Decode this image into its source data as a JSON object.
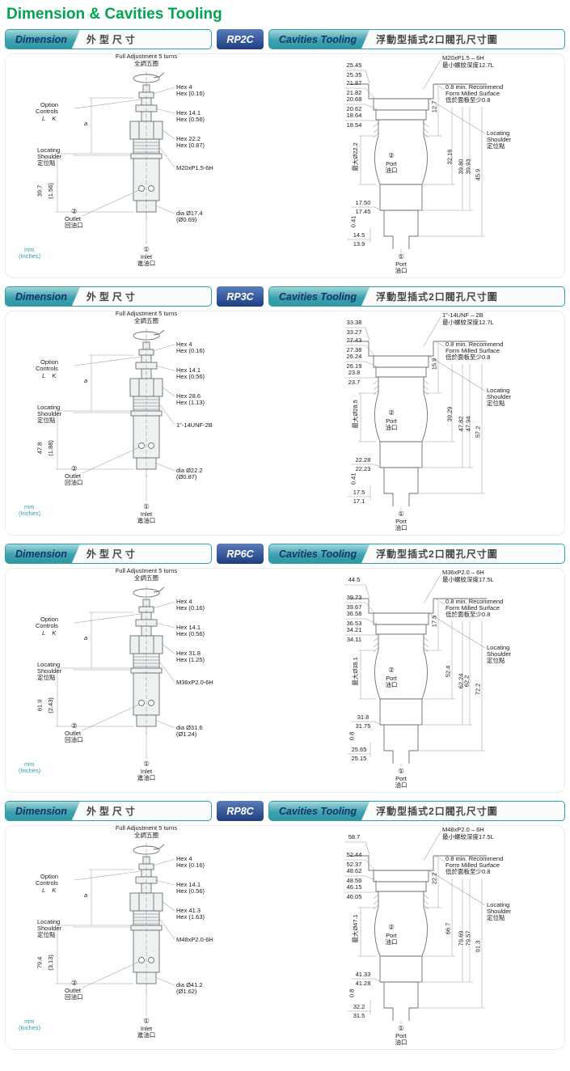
{
  "page": {
    "title": "Dimension & Cavities Tooling"
  },
  "colors": {
    "title_green": "#00a550",
    "header_teal": "#2f9dab",
    "badge_navy": "#1e3d80"
  },
  "header_labels": {
    "dimension": "Dimension",
    "dimension_cn": "外型尺寸",
    "cavities": "Cavities Tooling",
    "cavities_cn": "浮動型插式2口閥孔尺寸圖"
  },
  "sections": [
    {
      "model": "RP2C",
      "left": {
        "fa": "Full Adjustment 5 turns",
        "fa_cn": "全調五圈",
        "hex1": "Hex 4",
        "hex1b": "Hex (0.16)",
        "opt1": "Option",
        "opt2": "Controls",
        "opt3": "L    K",
        "hex2": "Hex 14.1",
        "hex2b": "Hex (0.56)",
        "hex3": "Hex 22.2",
        "hex3b": "Hex (0.87)",
        "loc1": "Locating",
        "loc2": "Shoulder",
        "loc3": "定位點",
        "thread": "M20xP1.5-6H",
        "a": "a",
        "h": "39.7",
        "hb": "(1.56)",
        "out_n": "②",
        "out": "Outlet",
        "out_cn": "回油口",
        "dia": "dia Ø17.4",
        "diab": "(Ø0.69)",
        "in_n": "①",
        "inlet": "Inlet",
        "in_cn": "進油口",
        "mm": "mm",
        "inch": "(Inches)"
      },
      "right": {
        "thread": "M20xP1.5 – 6H",
        "depth": "最小螺紋深度12.7L",
        "p1": "25.45",
        "p1b": "25.35",
        "p2": "21.87",
        "p2b": "21.82",
        "p3": "20.68",
        "p3b": "20.62",
        "p4": "18.64",
        "p4b": "18.54",
        "note1": "0.8 min. Recommend",
        "note2": "Form Milled Surface",
        "note3": "低於面板至少0.8",
        "loc1": "Locating",
        "loc2": "Shoulder",
        "loc3": "定位點",
        "r1": "12.7",
        "r2": "32.16",
        "r3a": "39.80",
        "r3b": "39.93",
        "r4": "45.9",
        "maxd": "最大Ø22.2",
        "p2n": "②",
        "p2t": "Port",
        "p2c": "油口",
        "b1": "17.50",
        "b1b": "17.45",
        "sm": "0.41",
        "b2": "14.5",
        "b2b": "13.9",
        "p1n": "①",
        "p1t": "Port",
        "p1c": "油口"
      }
    },
    {
      "model": "RP3C",
      "left": {
        "fa": "Full Adjustment 5 turns",
        "fa_cn": "全調五圈",
        "hex1": "Hex 4",
        "hex1b": "Hex (0.16)",
        "opt1": "Option",
        "opt2": "Controls",
        "opt3": "L    K",
        "hex2": "Hex 14.1",
        "hex2b": "Hex (0.56)",
        "hex3": "Hex 28.6",
        "hex3b": "Hex (1.13)",
        "loc1": "Locating",
        "loc2": "Shoulder",
        "loc3": "定位點",
        "thread": "1\"-14UNF-2B",
        "a": "a",
        "h": "47.8",
        "hb": "(1.88)",
        "out_n": "②",
        "out": "Outlet",
        "out_cn": "回油口",
        "dia": "dia Ø22.2",
        "diab": "(Ø0.87)",
        "in_n": "①",
        "inlet": "Inlet",
        "in_cn": "進油口",
        "mm": "mm",
        "inch": "(Inches)"
      },
      "right": {
        "thread": "1\"-14UNF – 2B",
        "depth": "最小螺紋深度12.7L",
        "p1": "33.38",
        "p1b": "33.27",
        "p2": "27.43",
        "p2b": "27.38",
        "p3": "26.24",
        "p3b": "26.19",
        "p4": "23.8",
        "p4b": "23.7",
        "note1": "0.8 min. Recommend",
        "note2": "Form Milled Surface",
        "note3": "低於面板至少0.8",
        "loc1": "Locating",
        "loc2": "Shoulder",
        "loc3": "定位點",
        "r1": "15.9",
        "r2": "39.29",
        "r3a": "47.82",
        "r3b": "47.94",
        "r4": "57.2",
        "maxd": "最大Ø28.5",
        "p2n": "②",
        "p2t": "Port",
        "p2c": "油口",
        "b1": "22.28",
        "b1b": "22.23",
        "sm": "0.41",
        "b2": "17.5",
        "b2b": "17.1",
        "p1n": "①",
        "p1t": "Port",
        "p1c": "油口"
      }
    },
    {
      "model": "RP6C",
      "left": {
        "fa": "Full Adjustment 5 turns",
        "fa_cn": "全調五圈",
        "hex1": "Hex 4",
        "hex1b": "Hex (0.16)",
        "opt1": "Option",
        "opt2": "Controls",
        "opt3": "L    K",
        "hex2": "Hex 14.1",
        "hex2b": "Hex (0.56)",
        "hex3": "Hex 31.8",
        "hex3b": "Hex (1.25)",
        "loc1": "Locating",
        "loc2": "Shoulder",
        "loc3": "定位點",
        "thread": "M36xP2.0-6H",
        "a": "a",
        "h": "61.9",
        "hb": "(2.43)",
        "out_n": "②",
        "out": "Outlet",
        "out_cn": "回油口",
        "dia": "dia Ø31.6",
        "diab": "(Ø1.24)",
        "in_n": "①",
        "inlet": "Inlet",
        "in_cn": "進油口",
        "mm": "mm",
        "inch": "(Inches)"
      },
      "right": {
        "thread": "M36xP2.0 – 6H",
        "depth": "最小螺紋深度17.5L",
        "p1": "44.5",
        "p1b": "",
        "p2": "39.73",
        "p2b": "39.67",
        "p3": "36.58",
        "p3b": "36.53",
        "p4": "34.21",
        "p4b": "34.11",
        "note1": "0.8 min. Recommend",
        "note2": "Form Milled Surface",
        "note3": "低於面板至少0.8",
        "loc1": "Locating",
        "loc2": "Shoulder",
        "loc3": "定位點",
        "r1": "17.5",
        "r2": "52.4",
        "r3a": "62.24",
        "r3b": "62.2",
        "r4": "72.2",
        "maxd": "最大Ø38.1",
        "p2n": "②",
        "p2t": "Port",
        "p2c": "油口",
        "b1": "31.8",
        "b1b": "31.75",
        "sm": "0.8",
        "b2": "25.65",
        "b2b": "25.15",
        "p1n": "①",
        "p1t": "Port",
        "p1c": "油口"
      }
    },
    {
      "model": "RP8C",
      "left": {
        "fa": "Full Adjustment 5 turns",
        "fa_cn": "全調五圈",
        "hex1": "Hex 4",
        "hex1b": "Hex (0.16)",
        "opt1": "Option",
        "opt2": "Controls",
        "opt3": "L    K",
        "hex2": "Hex 14.1",
        "hex2b": "Hex (0.56)",
        "hex3": "Hex 41.3",
        "hex3b": "Hex (1.63)",
        "loc1": "Locating",
        "loc2": "Shoulder",
        "loc3": "定位點",
        "thread": "M48xP2.0-6H",
        "a": "a",
        "h": "79.4",
        "hb": "(3.13)",
        "out_n": "②",
        "out": "Outlet",
        "out_cn": "回油口",
        "dia": "dia Ø41.2",
        "diab": "(Ø1.62)",
        "in_n": "①",
        "inlet": "Inlet",
        "in_cn": "進油口",
        "mm": "mm",
        "inch": "(Inches)"
      },
      "right": {
        "thread": "M48xP2.0 – 6H",
        "depth": "最小螺紋深度17.5L",
        "p1": "58.7",
        "p1b": "",
        "p2": "52.44",
        "p2b": "52.37",
        "p3": "48.62",
        "p3b": "48.56",
        "p4": "46.15",
        "p4b": "46.05",
        "note1": "0.8 min. Recommend",
        "note2": "Form Milled Surface",
        "note3": "低於面板至少0.8",
        "loc1": "Locating",
        "loc2": "Shoulder",
        "loc3": "定位點",
        "r1": "22.2",
        "r2": "66.7",
        "r3a": "79.69",
        "r3b": "79.57",
        "r4": "91.3",
        "maxd": "最大Ø47.1",
        "p2n": "②",
        "p2t": "Port",
        "p2c": "油口",
        "b1": "41.33",
        "b1b": "41.28",
        "sm": "0.8",
        "b2": "32.2",
        "b2b": "31.5",
        "p1n": "①",
        "p1t": "Port",
        "p1c": "油口"
      }
    }
  ]
}
